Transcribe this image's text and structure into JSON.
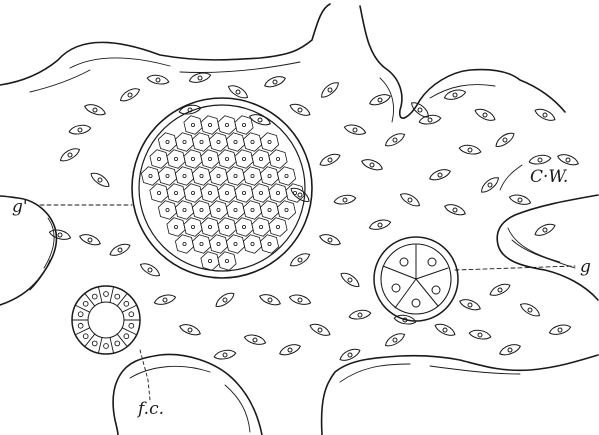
{
  "figure": {
    "labels": {
      "g_prime": "g'",
      "cw": "C·W.",
      "g": "g",
      "fc": "f.c."
    },
    "ink_color": "#1a1a1a",
    "paper_color": "#ffffff"
  }
}
